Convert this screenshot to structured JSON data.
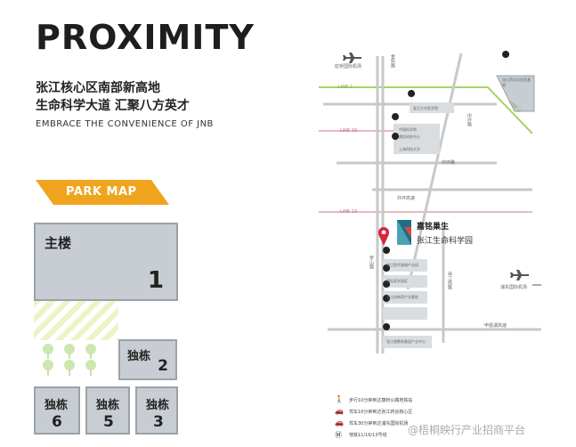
{
  "header": {
    "title": "PROXIMITY",
    "cn_line1": "张江核心区南部新高地",
    "cn_line2": "生命科学大道  汇聚八方英才",
    "en_line": "EMBRACE THE CONVENIENCE OF JNB"
  },
  "park_map": {
    "label": "PARK MAP",
    "buildings": [
      {
        "label": "主楼",
        "num": "1"
      },
      {
        "label": "独栋",
        "num": "2"
      },
      {
        "label": "独栋",
        "num": "6"
      },
      {
        "label": "独栋",
        "num": "5"
      },
      {
        "label": "独栋",
        "num": "3"
      }
    ]
  },
  "map": {
    "airport_hq": "虹桥国际机场",
    "airport_pd": "浦东国际机场",
    "road_jinke": "金科路",
    "road_zhonghuan_v": "中环路",
    "road_zhonghuan_h": "中环路",
    "road_waihuan": "外环高速",
    "road_luoshan": "罗山路",
    "road_shenjiang": "申江南路",
    "road_shenjiahu": "申嘉湖高速",
    "line2": "LINE 2",
    "line16": "LINE 16",
    "line13": "LINE 13",
    "poi_fudan": "复旦大学医学院",
    "poi_cas1": "中国科学院",
    "poi_cas2": "通信研发中心",
    "poi_shanghaitech": "上海科技大学",
    "poi_zhangjiang_lab": "张江药谷实验室基地",
    "poi_biyuan": "张江医疗器械产业园",
    "poi_bixue": "国际医学园区",
    "poi_yunhai": "张江创新药产业基地",
    "poi_medical": "张江细胞和基因产业中心",
    "brand_name": "嘉铭巢生",
    "brand_sub": "张江生命科学园"
  },
  "legend": {
    "walk": "步行10分钟到达康桥公路地铁站",
    "car1": "驾车10分钟到达张江药谷核心区",
    "car2": "驾车30分钟到达浦东国际机场",
    "metro": "地铁11/16/13号线"
  },
  "watermark": "@梧桐映行产业招商平台",
  "colors": {
    "park_label": "#f0a41e",
    "building_fill": "#c7cdd2",
    "pin_red": "#d7263d",
    "line_green": "#a6d36b",
    "line_pink": "#e4a0ab",
    "road_gray": "#c5c9cc",
    "brand_teal": "#1d6f84"
  }
}
